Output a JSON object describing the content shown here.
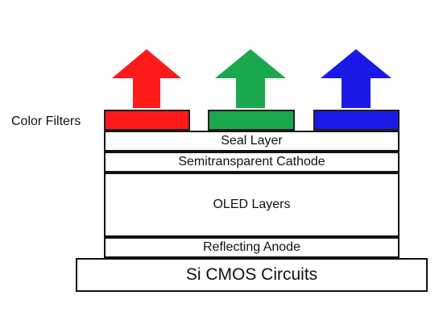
{
  "labels": {
    "color_filters": "Color Filters"
  },
  "layers": {
    "seal": "Seal Layer",
    "cathode": "Semitransparent Cathode",
    "oled": "OLED Layers",
    "anode": "Reflecting Anode",
    "cmos": "Si CMOS Circuits"
  },
  "colors": {
    "red": "#ff1a1a",
    "green": "#1aa84f",
    "blue": "#1a1ae8",
    "outline": "#111111"
  },
  "icons": {
    "red": "up-arrow",
    "green": "up-arrow",
    "blue": "up-arrow"
  }
}
